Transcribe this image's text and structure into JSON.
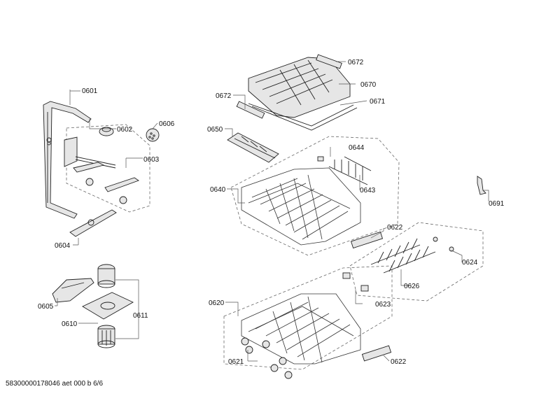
{
  "labels": {
    "p0601": "0601",
    "p0602": "0602",
    "p0603": "0603",
    "p0604": "0604",
    "p0605": "0605",
    "p0606": "0606",
    "p0610": "0610",
    "p0611": "0611",
    "p0620": "0620",
    "p0621": "0621",
    "p0622a": "0622",
    "p0622b": "0622",
    "p0623": "0623",
    "p0624": "0624",
    "p0626": "0626",
    "p0640": "0640",
    "p0643": "0643",
    "p0644": "0644",
    "p0650": "0650",
    "p0670": "0670",
    "p0671": "0671",
    "p0672a": "0672",
    "p0672b": "0672",
    "p0691": "0691"
  },
  "footer": "58300000178046 aet 000 b 6/6"
}
